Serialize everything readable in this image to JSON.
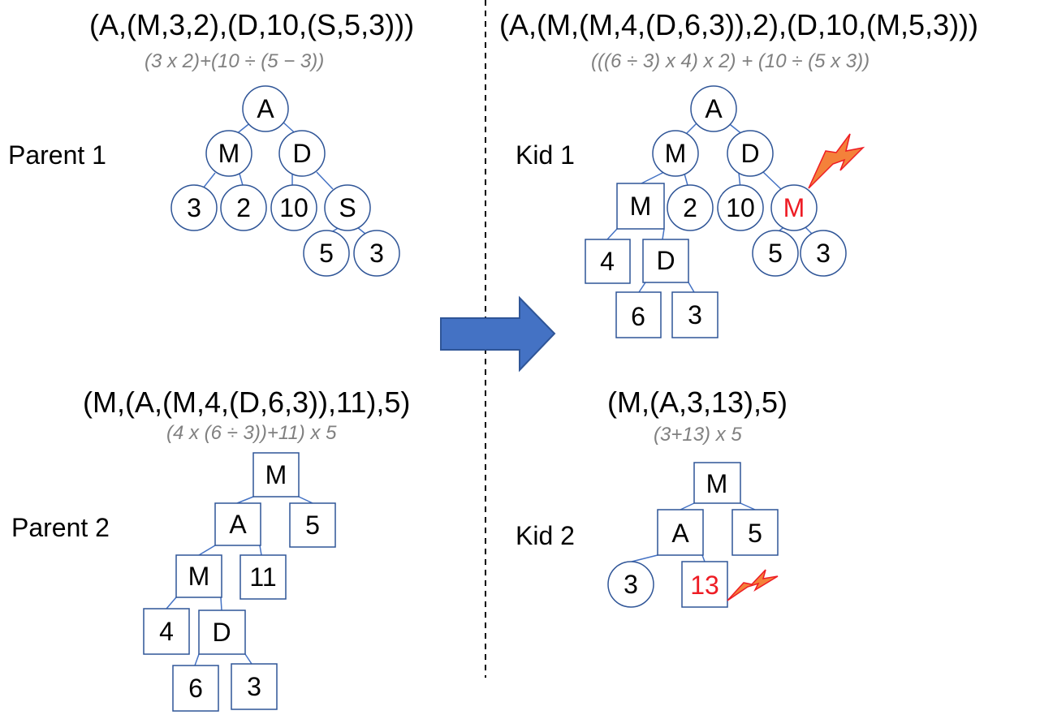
{
  "parent1": {
    "label": "Parent 1",
    "expression": "(A,(M,3,2),(D,10,(S,5,3)))",
    "formula": "(3 x 2)+(10 ÷ (5 − 3))",
    "nodes": [
      "A",
      "M",
      "D",
      "3",
      "2",
      "10",
      "S",
      "5",
      "3"
    ]
  },
  "parent2": {
    "label": "Parent 2",
    "expression": "(M,(A,(M,4,(D,6,3)),11),5)",
    "formula": "(4 x (6 ÷ 3))+11) x 5",
    "nodes": [
      "M",
      "A",
      "5",
      "M",
      "11",
      "4",
      "D",
      "6",
      "3"
    ]
  },
  "kid1": {
    "label": "Kid 1",
    "expression": "(A,(M,(M,4,(D,6,3)),2),(D,10,(M,5,3)))",
    "formula": "(((6 ÷ 3) x 4) x 2) + (10 ÷ (5 x 3))",
    "nodes": [
      "A",
      "M",
      "D",
      "M",
      "2",
      "10",
      "M",
      "4",
      "D",
      "5",
      "3",
      "6",
      "3"
    ]
  },
  "kid2": {
    "label": "Kid 2",
    "expression": "(M,(A,3,13),5)",
    "formula": "(3+13) x 5",
    "nodes": [
      "M",
      "A",
      "5",
      "3",
      "13"
    ]
  },
  "colors": {
    "node_border": "#2f5597",
    "edge": "#4472c4",
    "arrow_fill": "#4472c4",
    "mutation_text": "#ee1c24",
    "lightning_fill": "#f4813a",
    "lightning_stroke": "#ee1c24",
    "formula_text": "#808080"
  },
  "icons": {
    "arrow": "right-arrow-icon",
    "mutation": "lightning-bolt-icon"
  }
}
